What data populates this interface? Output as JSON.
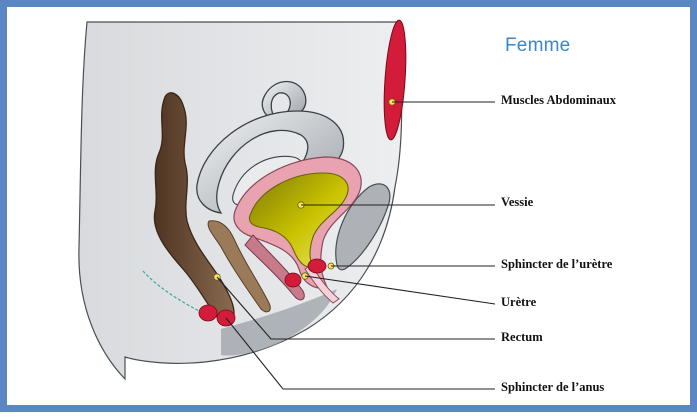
{
  "title": "Femme",
  "labels": {
    "abdominal_muscles": "Muscles Abdominaux",
    "bladder": "Vessie",
    "urethral_sphincter": "Sphincter de l’urètre",
    "urethra": "Urètre",
    "rectum": "Rectum",
    "anal_sphincter": "Sphincter de l’anus"
  },
  "colors": {
    "frame": "#5a86c4",
    "title": "#3b86c7",
    "body_fill": "#e6e8ea",
    "muscle_red": "#d21c3a",
    "rectum_brown": "#6b4a33",
    "bladder_olive": "#b8b000",
    "uterus_pink": "#e8a2b0"
  }
}
